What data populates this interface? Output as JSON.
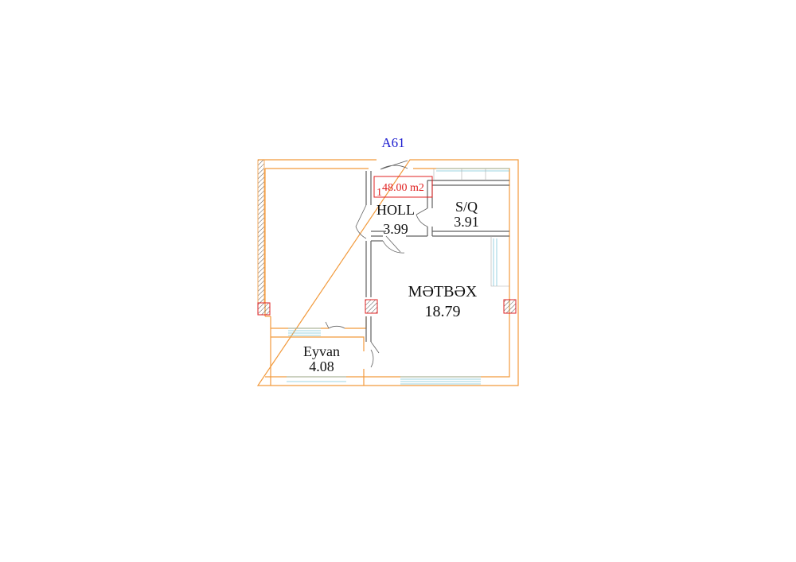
{
  "unit_label": "A61",
  "area_box": {
    "prefix": "1",
    "total": "48.00 m2"
  },
  "rooms": {
    "holl": {
      "name": "HOLL",
      "area": "3.99"
    },
    "sq": {
      "name": "S/Q",
      "area": "3.91"
    },
    "metbex": {
      "name": "MƏTBƏX",
      "area": "18.79"
    },
    "eyvan": {
      "name": "Eyvan",
      "area": "4.08"
    }
  },
  "colors": {
    "wall": "#f29a3c",
    "partition": "#606060",
    "unit_label": "#2020d0",
    "area_box": "#e02020",
    "column": "#e02020",
    "window": "#7fc7d9",
    "text": "#111111"
  }
}
